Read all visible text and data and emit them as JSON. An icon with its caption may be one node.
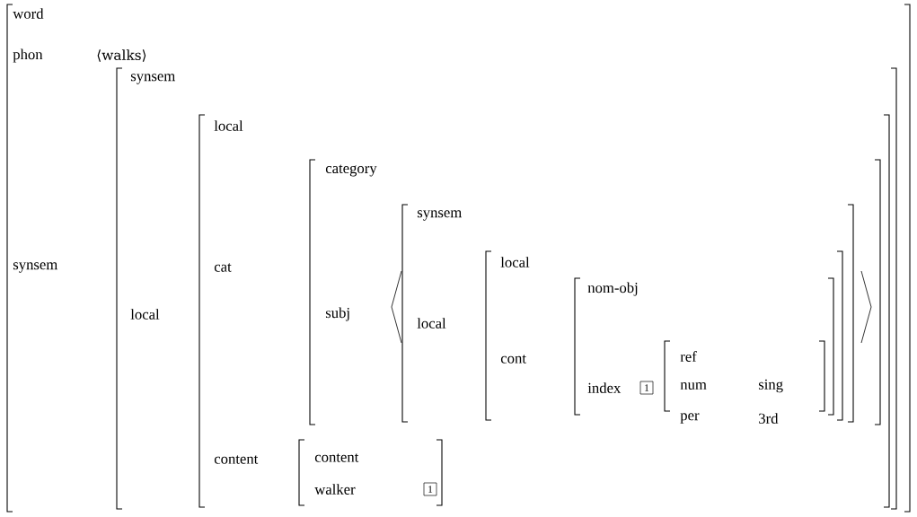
{
  "diagram": {
    "nodes": [
      {
        "text": [
          "word",
          "phon",
          "⟨walks⟩",
          "synsem"
        ]
      },
      {
        "text": [
          "synsem",
          "local"
        ],
        "in": 0
      },
      {
        "text": [
          "local",
          "cat",
          "content"
        ],
        "in": 1
      },
      {
        "text": [
          "category",
          "subj"
        ],
        "in": 2
      },
      {
        "text": [
          "synsem",
          "local"
        ],
        "in": 3
      },
      {
        "text": [
          "local",
          "cont"
        ],
        "in": 4
      },
      {
        "text": [
          "nom-obj",
          "index"
        ],
        "in": 5
      },
      {
        "text": [
          "1"
        ],
        "in": 6
      },
      {
        "text": [
          "ref",
          "num",
          "sing",
          "per",
          "3rd"
        ],
        "in": 6
      },
      {
        "text": [
          "content",
          "walker"
        ],
        "in": 2
      },
      {
        "text": [
          "1"
        ],
        "in": 9
      }
    ]
  }
}
